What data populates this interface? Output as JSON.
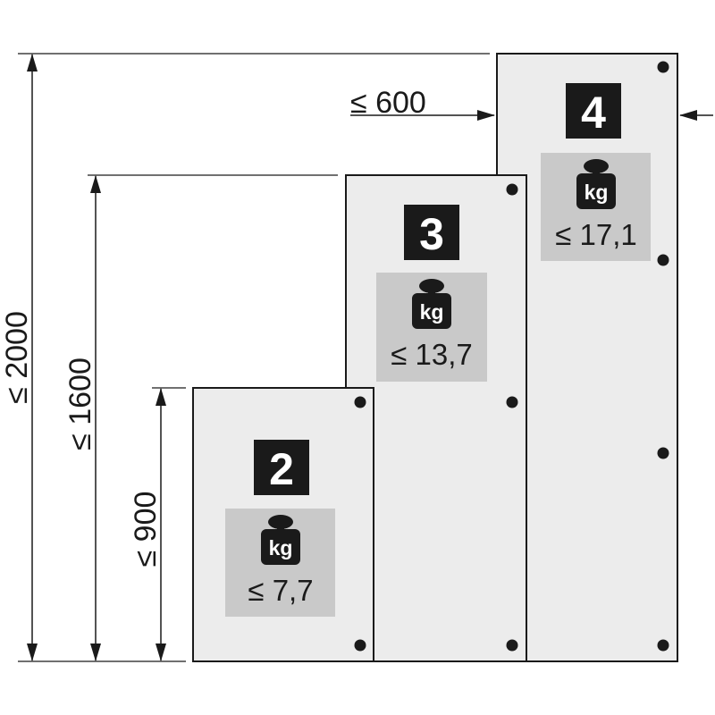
{
  "width_dimension": {
    "label": "≤ 600"
  },
  "height_dimensions": [
    {
      "id": "h2000",
      "label": "≤ 2000"
    },
    {
      "id": "h1600",
      "label": "≤ 1600"
    },
    {
      "id": "h900",
      "label": "≤ 900"
    }
  ],
  "panels": [
    {
      "id": "panel-2",
      "number": "2",
      "weight_unit": "kg",
      "weight_label": "≤ 7,7"
    },
    {
      "id": "panel-3",
      "number": "3",
      "weight_unit": "kg",
      "weight_label": "≤ 13,7"
    },
    {
      "id": "panel-4",
      "number": "4",
      "weight_unit": "kg",
      "weight_label": "≤ 17,1"
    }
  ],
  "colors": {
    "panel_fill": "#ececec",
    "weight_box_fill": "#c9c9c9",
    "badge_fill": "#1a1a1a",
    "line": "#1a1a1a"
  }
}
